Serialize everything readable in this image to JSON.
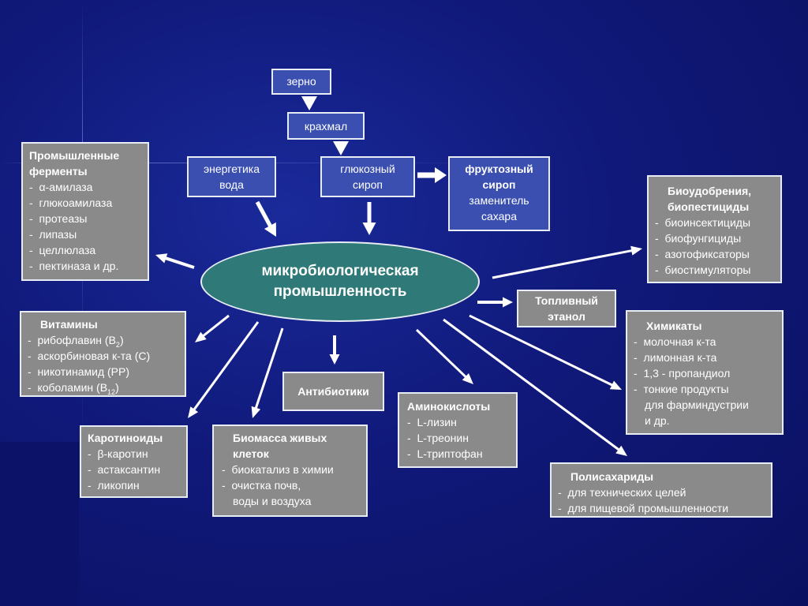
{
  "nodes": {
    "grain": "зерно",
    "starch": "крахмал",
    "glucose_syrup": [
      "глюкозный",
      "сироп"
    ],
    "energy_water": [
      "энергетика",
      "вода"
    ],
    "fructose_syrup": {
      "title": [
        "фруктозный",
        "сироп"
      ],
      "lines": [
        "заменитель",
        "сахара"
      ]
    },
    "center": [
      "микробиологическая",
      "промышленность"
    ],
    "enzymes": {
      "title": [
        "Промышленные",
        "ферменты"
      ],
      "items": [
        "α-амилаза",
        "глюкоамилаза",
        "протеазы",
        "липазы",
        "целлюлаза",
        "пектиназа и др."
      ]
    },
    "vitamins": {
      "title": "Витамины",
      "items": [
        {
          "text": "рибофлавин (В",
          "sub": "2",
          "tail": ")"
        },
        {
          "text": "аскорбиновая к-та (С)",
          "sub": "",
          "tail": ""
        },
        {
          "text": "никотинамид (РР)",
          "sub": "",
          "tail": ""
        },
        {
          "text": "коболамин (В",
          "sub": "12",
          "tail": ")"
        }
      ]
    },
    "carotenoids": {
      "title": "Каротиноиды",
      "items": [
        "β-каротин",
        "астаксантин",
        "ликопин"
      ]
    },
    "biomass": {
      "title": [
        "Биомасса живых",
        "клеток"
      ],
      "item1": "биокатализ в химии",
      "item2": [
        "очистка почв,",
        "воды и воздуха"
      ]
    },
    "antibiotics": "Антибиотики",
    "amino_acids": {
      "title": "Аминокислоты",
      "items": [
        "L-лизин",
        "L-треонин",
        "L-триптофан"
      ]
    },
    "fuel_ethanol": [
      "Топливный",
      "этанол"
    ],
    "bio_fertilizers": {
      "title": [
        "Биоудобрения,",
        "биопестициды"
      ],
      "items": [
        "биоинсектициды",
        "биофунгициды",
        "азотофиксаторы",
        "биостимуляторы"
      ]
    },
    "chemicals": {
      "title": "Химикаты",
      "items": [
        "молочная к-та",
        "лимонная к-та",
        "1,3 - пропандиол",
        "тонкие продукты"
      ],
      "cont": [
        "для фарминдустрии",
        "и др."
      ]
    },
    "polysaccharides": {
      "title": "Полисахариды",
      "items": [
        "для технических целей",
        "для пищевой промышленности"
      ]
    }
  },
  "list_marker": "-",
  "colors": {
    "gray_box": "#8a8a8a",
    "blue_box": "#3a4fb0",
    "ellipse": "#2f7a78",
    "center_text": "#ffffff",
    "arrow": "#ffffff"
  }
}
